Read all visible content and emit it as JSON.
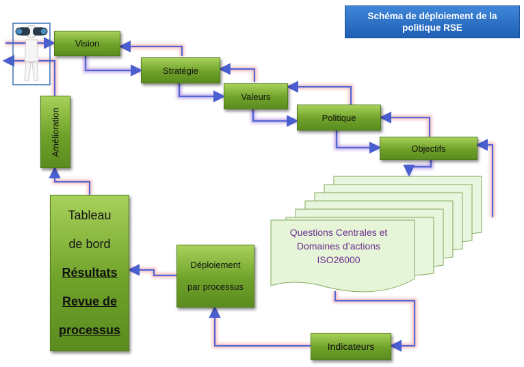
{
  "title": {
    "line1": "Schéma de déploiement de la",
    "line2": "politique RSE"
  },
  "nodes": {
    "vision": "Vision",
    "strategie": "Stratégie",
    "valeurs": "Valeurs",
    "politique": "Politique",
    "objectifs": "Objectifs",
    "amelioration": "Amélioration",
    "indicateurs": "Indicateurs"
  },
  "deploiement": {
    "line1": "Déploiement",
    "line2": "par processus"
  },
  "tableau": {
    "line1": "Tableau",
    "line2": "de bord",
    "line3": "Résultats",
    "line4": "Revue de",
    "line5": "processus"
  },
  "document": {
    "line1": "Questions Centrales et",
    "line2": "Domaines d’actions",
    "line3": "ISO26000"
  },
  "colors": {
    "box_green": "#7fb23a",
    "title_blue": "#2a6fc9",
    "arrow_blue": "#5b6fd6",
    "arrow_red": "#f07a7a",
    "doc_text": "#6a2c8e"
  },
  "icons": [
    "binoculars-figure-icon"
  ]
}
